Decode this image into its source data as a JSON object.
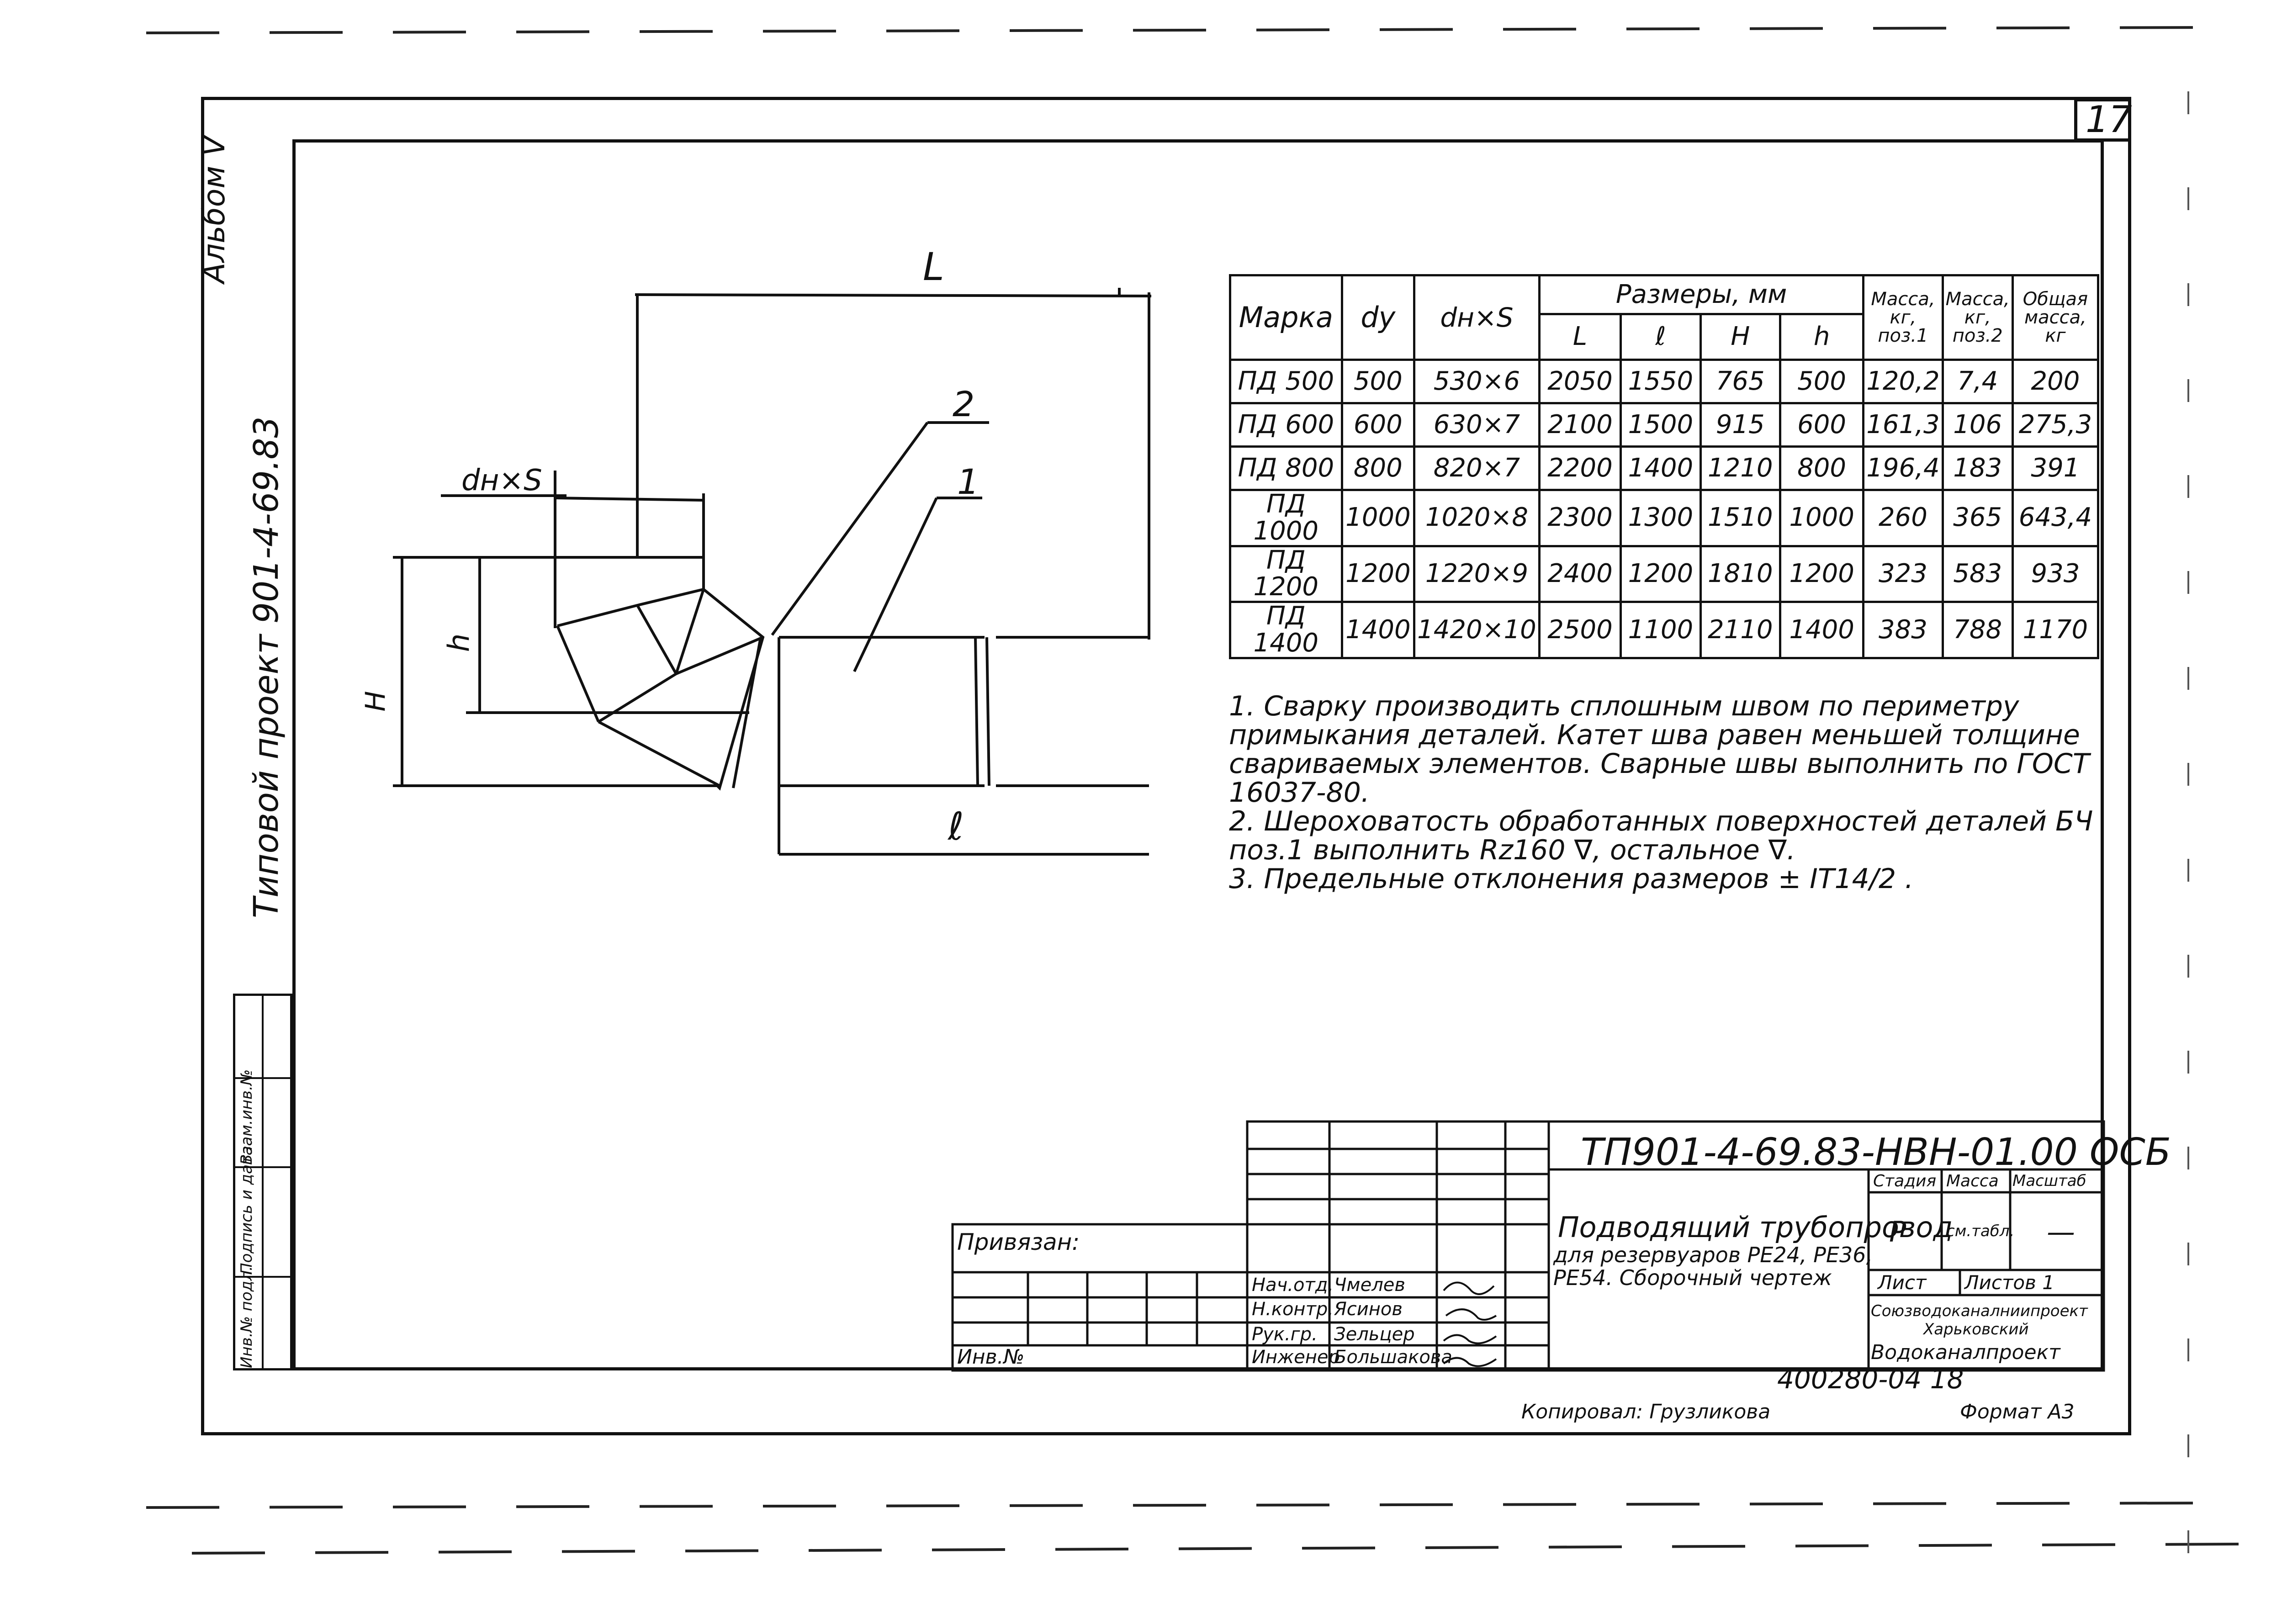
{
  "page_number": "17",
  "vertical_side": {
    "album": "Альбом V",
    "project": "Типовой проект 901-4-69.83"
  },
  "side_stamp": [
    "Инв.№ подл.",
    "Подпись и дата",
    "Взам.инв.№"
  ],
  "drawing": {
    "dim_L": "L",
    "dim_l": "ℓ",
    "dim_H": "H",
    "dim_h": "h",
    "dim_dnS": "dн×S",
    "pos_1": "1",
    "pos_2": "2"
  },
  "table": {
    "headers": {
      "mark": "Марка",
      "dy": "dy",
      "dnS": "dн×S",
      "sizes": "Размеры, мм",
      "L": "L",
      "l": "ℓ",
      "H": "H",
      "h": "h",
      "mass1": "Масса, кг, поз.1",
      "mass2": "Масса, кг, поз.2",
      "total": "Общая масса, кг"
    },
    "rows": [
      [
        "ПД 500",
        "500",
        "530×6",
        "2050",
        "1550",
        "765",
        "500",
        "120,2",
        "7,4",
        "200"
      ],
      [
        "ПД 600",
        "600",
        "630×7",
        "2100",
        "1500",
        "915",
        "600",
        "161,3",
        "106",
        "275,3"
      ],
      [
        "ПД 800",
        "800",
        "820×7",
        "2200",
        "1400",
        "1210",
        "800",
        "196,4",
        "183",
        "391"
      ],
      [
        "ПД 1000",
        "1000",
        "1020×8",
        "2300",
        "1300",
        "1510",
        "1000",
        "260",
        "365",
        "643,4"
      ],
      [
        "ПД 1200",
        "1200",
        "1220×9",
        "2400",
        "1200",
        "1810",
        "1200",
        "323",
        "583",
        "933"
      ],
      [
        "ПД 1400",
        "1400",
        "1420×10",
        "2500",
        "1100",
        "2110",
        "1400",
        "383",
        "788",
        "1170"
      ]
    ]
  },
  "notes": [
    "1. Сварку производить сплошным швом по периметру примыкания деталей. Катет шва равен меньшей толщине свариваемых элементов. Сварные швы выполнить по ГОСТ 16037-80.",
    "2. Шероховатость обработанных поверхностей деталей БЧ поз.1 выполнить Rz160 ∇, остальное ∇.",
    "3. Предельные отклонения размеров ± IT14/2 ."
  ],
  "title_block": {
    "code": "ТП901-4-69.83-НВН-01.00 ОСБ",
    "name_line1": "Подводящий трубопровод",
    "name_line2": "для резервуаров РЕ24, РЕ36,",
    "name_line3": "РЕ54. Сборочный чертеж",
    "stage_label": "Стадия",
    "mass_label": "Масса",
    "scale_label": "Масштаб",
    "stage_value": "Р",
    "mass_value": "см.табл.",
    "scale_value": "—",
    "sheet_label": "Лист",
    "sheets_label": "Листов 1",
    "org1": "Союзводоканалниипроект",
    "org2": "Харьковский",
    "org3": "Водоканалпроект",
    "privyazan": "Привязан:",
    "inv_no": "Инв.№",
    "roles": [
      {
        "role": "Нач.отд.",
        "name": "Чмелев"
      },
      {
        "role": "Н.контр.",
        "name": "Ясинов"
      },
      {
        "role": "Рук.гр.",
        "name": "Зельцер"
      },
      {
        "role": "Инженер",
        "name": "Большакова"
      }
    ]
  },
  "bottom": {
    "archive_no": "400280-04   18",
    "copied": "Копировал: Грузликова",
    "format": "Формат А3"
  }
}
